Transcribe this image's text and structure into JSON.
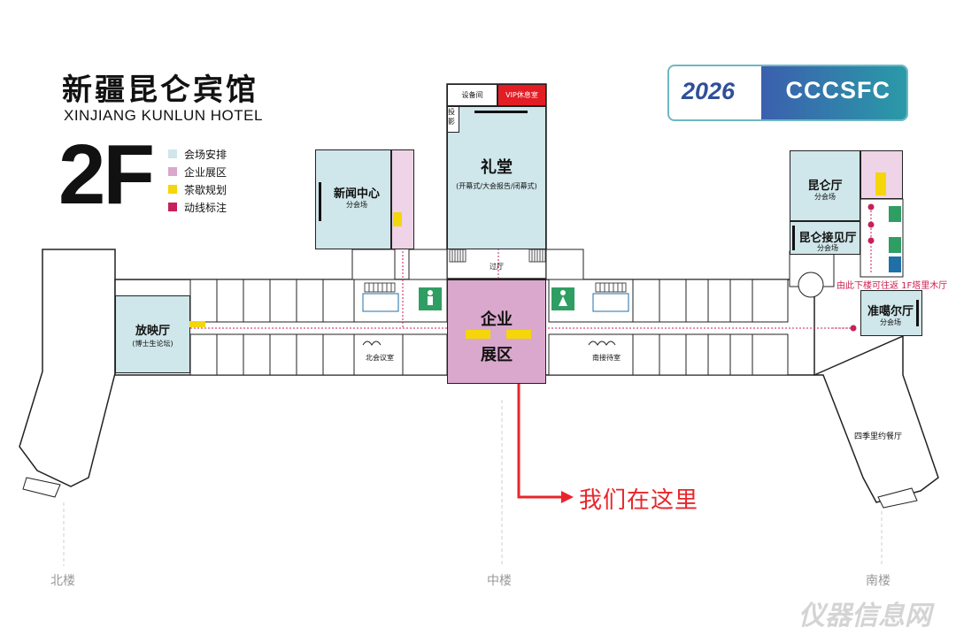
{
  "header": {
    "title_cn": "新疆昆仑宾馆",
    "title_en": "XINJIANG KUNLUN HOTEL",
    "floor": "2F"
  },
  "legend": [
    {
      "label": "会场安排",
      "color": "#cfe6ea"
    },
    {
      "label": "企业展区",
      "color": "#d9a8cc"
    },
    {
      "label": "茶歇规划",
      "color": "#f5d60a"
    },
    {
      "label": "动线标注",
      "color": "#c8205a"
    }
  ],
  "logo": {
    "year": "2026",
    "text": "CCCSFC"
  },
  "rooms": {
    "auditorium": {
      "name": "礼堂",
      "sub": "(开幕式/大会报告/闭幕式)"
    },
    "equipment": "设备间",
    "vip": "VIP休息室",
    "projection": "投影",
    "press": {
      "name": "新闻中心",
      "sub": "分会场"
    },
    "cinema": {
      "name": "放映厅",
      "sub": "(博士生论坛)"
    },
    "expo_line1": "企业",
    "expo_line2": "展区",
    "hall": "过厅",
    "north_meeting": "北会议室",
    "south_reception": "南接待室",
    "kunlun_hall": {
      "name": "昆仑厅",
      "sub": "分会场"
    },
    "kunlun_reception": {
      "name": "昆仑接见厅",
      "sub": "分会场"
    },
    "zhungeer": {
      "name": "准噶尔厅",
      "sub": "分会场"
    },
    "restaurant": "四季里约餐厅"
  },
  "annotations": {
    "here": "我们在这里",
    "stair_note": "由此下楼可往返 1F塔里木厅"
  },
  "wings": {
    "north": "北楼",
    "middle": "中楼",
    "south": "南楼"
  },
  "watermark": "仪器信息网",
  "colors": {
    "route": "#c8205a",
    "here": "#e8262a"
  }
}
